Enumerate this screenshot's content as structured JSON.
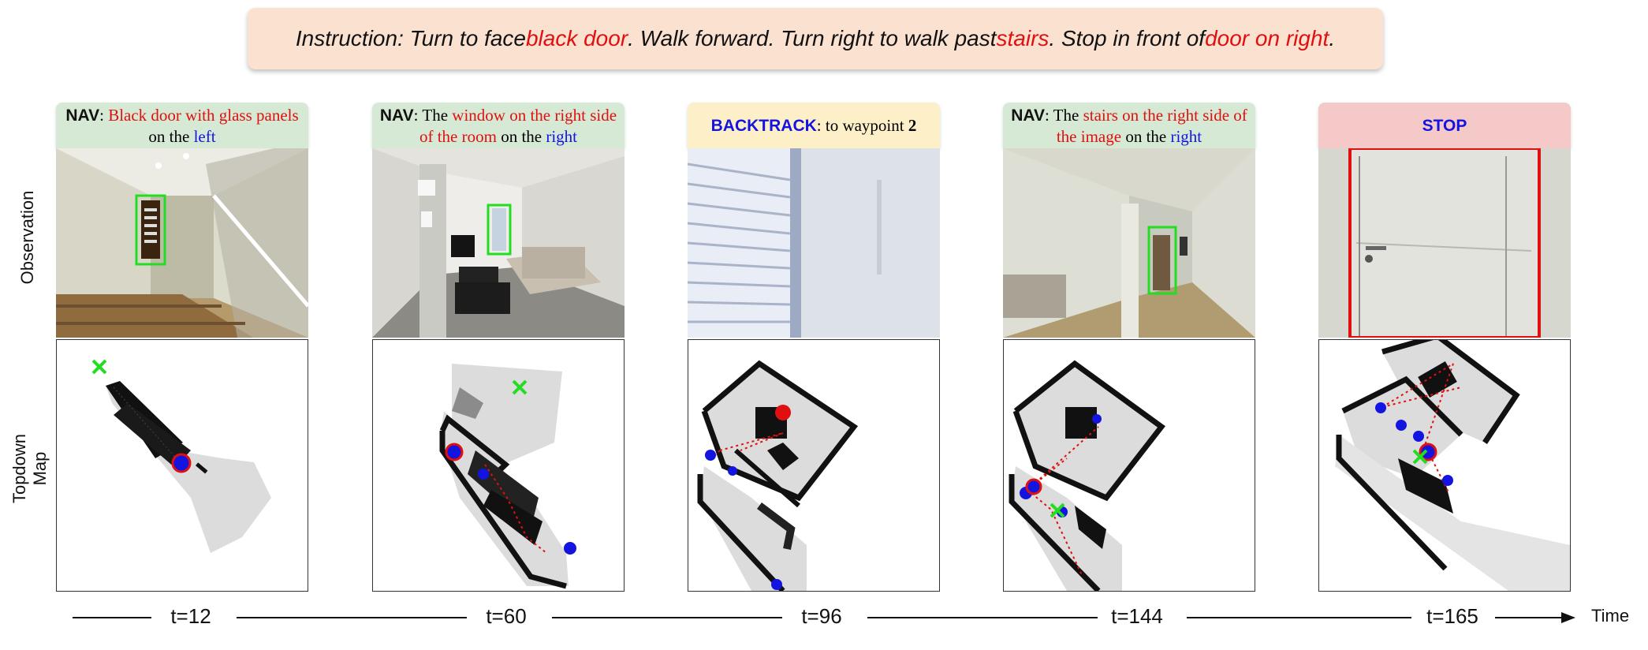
{
  "instruction": {
    "prefix": "Instruction: Turn to face ",
    "target1": "black door",
    "mid1": ". Walk forward. Turn right to walk past ",
    "target2": "stairs",
    "mid2": ". Stop in front of ",
    "target3": "door on right",
    "suffix": "."
  },
  "row_labels": {
    "observation": "Observation",
    "topdown_line1": "Topdown",
    "topdown_line2": "Map"
  },
  "columns": [
    {
      "kind": "nav",
      "action": "NAV",
      "sep": ": ",
      "target": "Black door with glass panels",
      "mid": " on the ",
      "side": "left",
      "time": "t=12"
    },
    {
      "kind": "nav",
      "action": "NAV",
      "sep": ": The ",
      "target": "window on the right side of the room",
      "mid": " on the ",
      "side": "right",
      "time": "t=60"
    },
    {
      "kind": "back",
      "action": "BACKTRACK",
      "sep": ": to waypoint ",
      "waypoint": "2",
      "time": "t=96"
    },
    {
      "kind": "nav",
      "action": "NAV",
      "sep": ": The ",
      "target": "stairs on the right side of the image",
      "mid": " on the ",
      "side": "right",
      "time": "t=144"
    },
    {
      "kind": "stop",
      "action": "STOP",
      "time": "t=165"
    }
  ],
  "timeline": {
    "axis_label": "Time"
  },
  "colors": {
    "red": "#e01010",
    "blue": "#1414e0",
    "green": "#22dd22",
    "nav_bg": "#d6e9d5",
    "back_bg": "#fdf0c8",
    "stop_bg": "#f6c9c9",
    "instr_bg": "#fbe1cf"
  }
}
